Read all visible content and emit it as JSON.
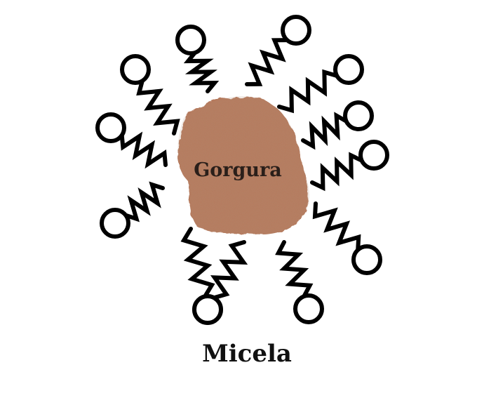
{
  "diagram": {
    "core_label": "Gorgura",
    "title": "Micela",
    "colors": {
      "core": "#b57a5d",
      "core_dark": "#9c6448",
      "molecule": "#000000",
      "background": "#ffffff"
    },
    "molecule_count": 12
  }
}
